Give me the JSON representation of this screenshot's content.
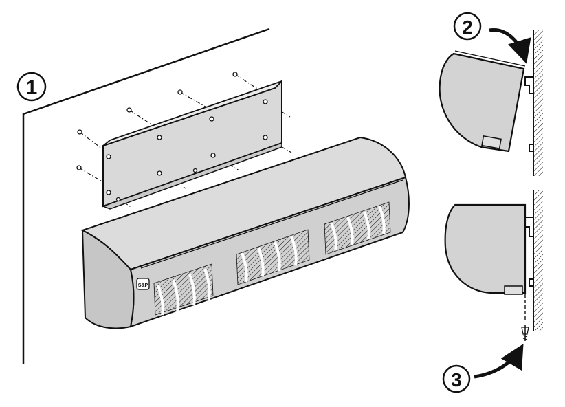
{
  "steps": [
    {
      "number": "1"
    },
    {
      "number": "2"
    },
    {
      "number": "3"
    }
  ],
  "unit_logo": "S&P",
  "colors": {
    "line": "#111111",
    "fill": "#d3d3d3",
    "fill_light": "#e6e6e6",
    "background": "#ffffff"
  }
}
